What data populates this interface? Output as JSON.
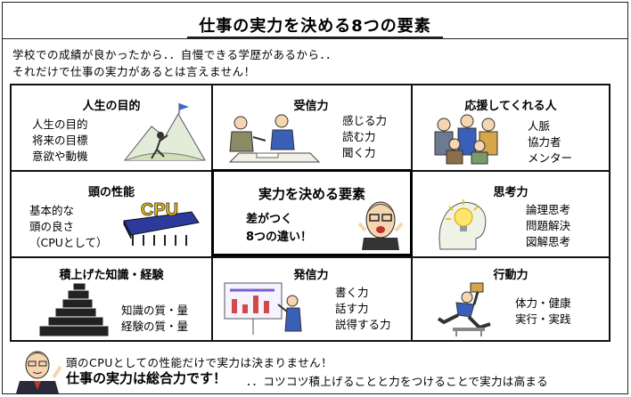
{
  "title": "仕事の実力を決める8つの要素",
  "intro": {
    "line1": "学校での成績が良かったから．．自慢できる学歴があるから．．",
    "line2": "それだけで仕事の実力があるとは言えません！"
  },
  "cells": {
    "life_goal": {
      "title": "人生の目的",
      "lines": [
        "人生の目的",
        "将来の目標",
        "意欲や動機"
      ]
    },
    "receive": {
      "title": "受信力",
      "lines": [
        "感じる力",
        "読む力",
        "聞く力"
      ]
    },
    "support": {
      "title": "応援してくれる人",
      "lines": [
        "人脈",
        "協力者",
        "メンター"
      ]
    },
    "head": {
      "title": "頭の性能",
      "lines": [
        "基本的な",
        "頭の良さ",
        "（CPUとして）"
      ],
      "chip_label": "CPU"
    },
    "thinking": {
      "title": "思考力",
      "lines": [
        "論理思考",
        "問題解決",
        "図解思考"
      ]
    },
    "knowledge": {
      "title": "積上げた知識・経験",
      "lines": [
        "知識の質・量",
        "経験の質・量"
      ]
    },
    "transmit": {
      "title": "発信力",
      "lines": [
        "書く力",
        "話す力",
        "説得する力"
      ]
    },
    "action": {
      "title": "行動力",
      "lines": [
        "体力・健康",
        "実行・実践"
      ]
    }
  },
  "center": {
    "title": "実力を決める要素",
    "sub1": "差がつく",
    "sub2": "8つの違い！"
  },
  "footer": {
    "line1": "頭のCPUとしての性能だけで実力は決まりません！",
    "big": "仕事の実力は総合力です！",
    "small": "．．コツコツ積上げることと力をつけることで実力は高まる"
  }
}
